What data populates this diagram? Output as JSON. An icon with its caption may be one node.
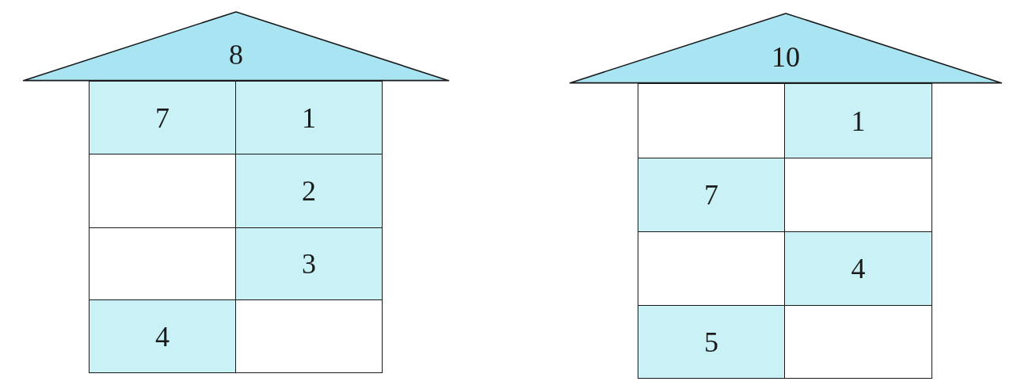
{
  "diagram": {
    "nodes": [
      {
        "text": [
          "8"
        ]
      },
      {
        "text": [
          "7"
        ]
      },
      {
        "text": [
          "1"
        ]
      },
      {
        "text": [],
        "shape": "box"
      },
      {
        "text": [
          "2"
        ]
      },
      {
        "text": [],
        "shape": "box"
      },
      {
        "text": [
          "3"
        ]
      },
      {
        "text": [
          "4"
        ]
      },
      {
        "text": [],
        "shape": "box"
      },
      {
        "text": [
          "10"
        ]
      },
      {
        "text": [],
        "shape": "box"
      },
      {
        "text": [
          "1"
        ]
      },
      {
        "text": [
          "7"
        ]
      },
      {
        "text": [],
        "shape": "box"
      },
      {
        "text": [],
        "shape": "box"
      },
      {
        "text": [
          "4"
        ]
      },
      {
        "text": [
          "5"
        ]
      },
      {
        "text": [],
        "shape": "box"
      }
    ]
  }
}
